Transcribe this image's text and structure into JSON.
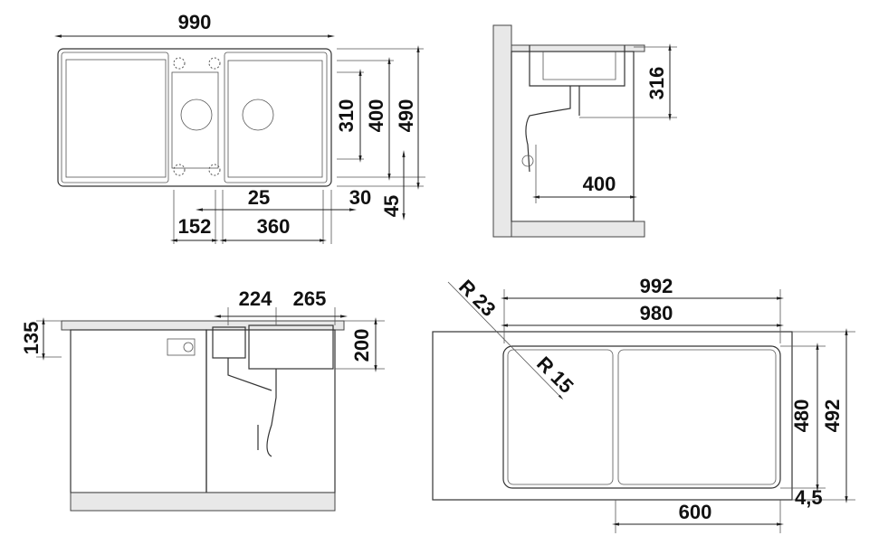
{
  "top_view": {
    "width": "990",
    "depth_310": "310",
    "depth_400": "400",
    "depth_490": "490",
    "gap_25": "25",
    "edge_30": "30",
    "edge_45": "45",
    "small_bowl": "152",
    "large_bowl": "360"
  },
  "side_view": {
    "height": "316",
    "depth": "400"
  },
  "front_view": {
    "counter": "135",
    "bowl_224": "224",
    "bowl_265": "265",
    "bowl_depth": "200"
  },
  "cutout_view": {
    "outer_width": "992",
    "inner_width": "980",
    "radius_outer": "R 23",
    "radius_inner": "R 15",
    "inner_depth": "480",
    "outer_depth": "492",
    "offset": "4,5",
    "drain_width": "600"
  }
}
